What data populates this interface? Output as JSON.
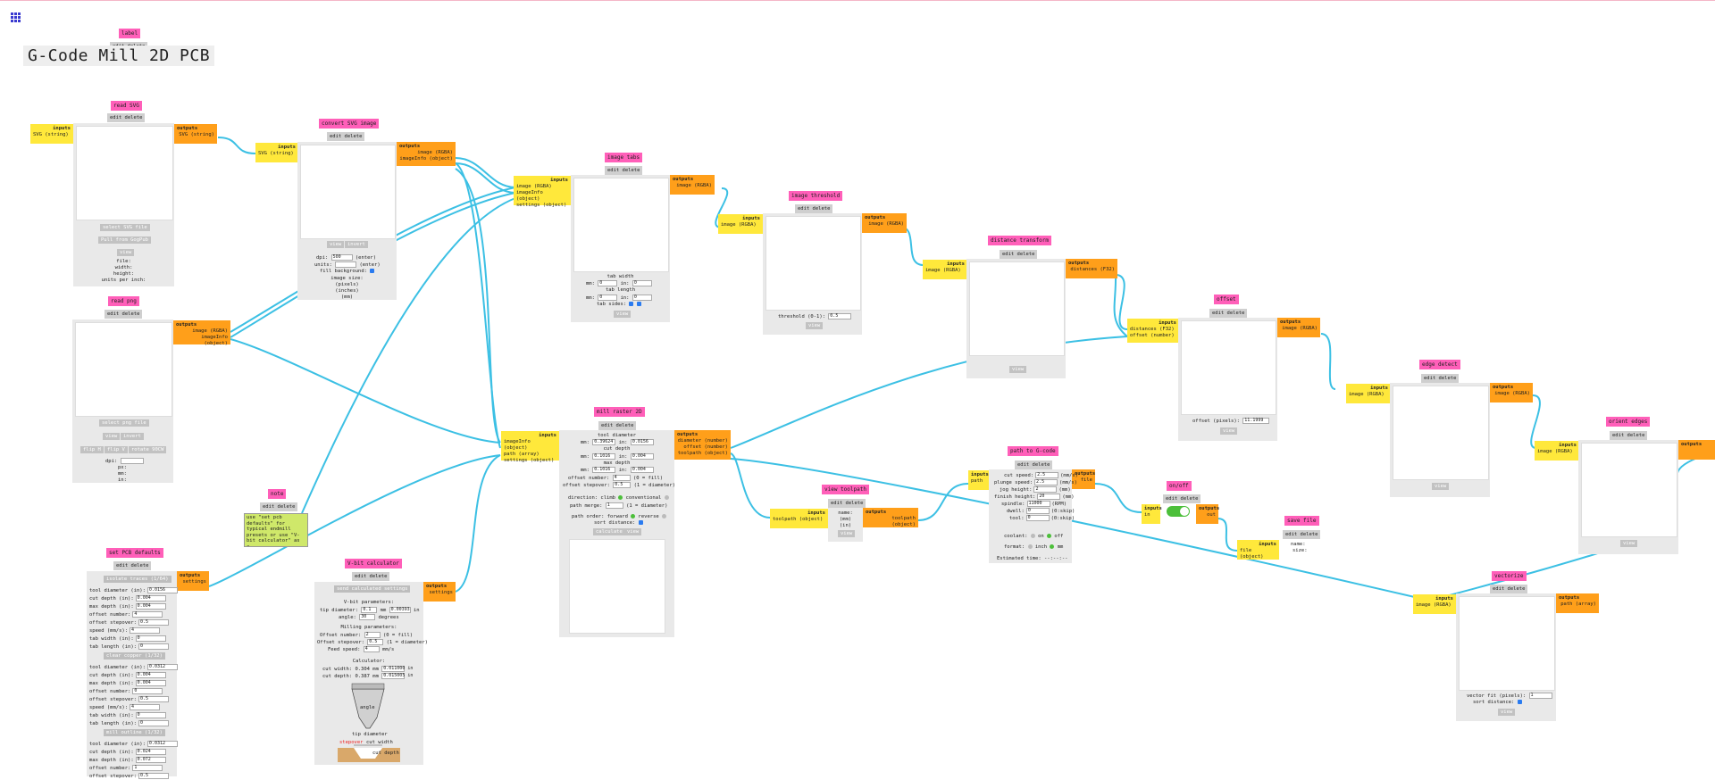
{
  "label_module": {
    "title": "label",
    "edit_delete": "edit delete",
    "heading": "G-Code Mill 2D PCB"
  },
  "read_svg": {
    "title": "read SVG",
    "edit_delete": "edit delete",
    "inputs": "inputs",
    "input_1": "SVG (string)",
    "outputs": "outputs",
    "output_1": "SVG (string)",
    "select_btn": "select SVG file",
    "pull_btn": "Pull from GogPub",
    "view_btn": "view",
    "file": "file:",
    "width": "width:",
    "height": "height:",
    "units": "units per inch:"
  },
  "convert_svg": {
    "title": "convert SVG image",
    "edit_delete": "edit delete",
    "inputs": "inputs",
    "input_1": "SVG (string)",
    "outputs": "outputs",
    "output_1": "image (RGBA)",
    "output_2": "imageInfo (object)",
    "view_btn": "view",
    "invert_btn": "invert",
    "dpi_label": "dpi:",
    "dpi_value": "500",
    "dpi_suffix": "(enter)",
    "units_label": "units:",
    "units_suffix": "(enter)",
    "fill_bg": "fill background:",
    "image_size": "image size:",
    "pixels": "(pixels)",
    "inches": "(inches)",
    "mm": "(mm)"
  },
  "image_tabs": {
    "title": "image tabs",
    "edit_delete": "edit delete",
    "inputs": "inputs",
    "input_1": "image (RGBA)",
    "input_2": "imageInfo (object)",
    "input_3": "settings (object)",
    "outputs": "outputs",
    "output_1": "image (RGBA)",
    "tab_width": "tab width",
    "mm_label": "mm:",
    "mm_value": "0",
    "in_label": "in:",
    "in_value": "0",
    "tab_length": "tab length",
    "mm2_value": "0",
    "in2_value": "0",
    "tab_sides": "tab sides:",
    "view_btn": "view"
  },
  "image_threshold": {
    "title": "image threshold",
    "edit_delete": "edit delete",
    "inputs": "inputs",
    "input_1": "image (RGBA)",
    "outputs": "outputs",
    "output_1": "image (RGBA)",
    "threshold_label": "threshold (0-1):",
    "threshold_value": "0.5",
    "view_btn": "view"
  },
  "distance_transform": {
    "title": "distance transform",
    "edit_delete": "edit delete",
    "inputs": "inputs",
    "input_1": "image (RGBA)",
    "outputs": "outputs",
    "output_1": "distances (F32)",
    "view_btn": "view"
  },
  "offset": {
    "title": "offset",
    "edit_delete": "edit delete",
    "inputs": "inputs",
    "input_1": "distances (F32)",
    "input_2": "offset (number)",
    "outputs": "outputs",
    "output_1": "image (RGBA)",
    "offset_label": "offset (pixels):",
    "offset_value": "11.1999",
    "view_btn": "view"
  },
  "edge_detect": {
    "title": "edge detect",
    "edit_delete": "edit delete",
    "inputs": "inputs",
    "input_1": "image (RGBA)",
    "outputs": "outputs",
    "output_1": "image (RGBA)",
    "view_btn": "view"
  },
  "orient_edges": {
    "title": "orient edges",
    "edit_delete": "edit delete",
    "inputs": "inputs",
    "input_1": "image (RGBA)",
    "outputs": "outputs",
    "view_btn": "view"
  },
  "read_png": {
    "title": "read png",
    "edit_delete": "edit delete",
    "outputs": "outputs",
    "output_1": "image (RGBA)",
    "output_2": "imageInfo (object)",
    "select_btn": "select png file",
    "view_btn": "view",
    "invert_btn": "invert",
    "flipH": "flip H",
    "flipV": "flip V",
    "rotate": "rotate 90CW",
    "dpi": "dpi:",
    "px": "px:",
    "mm": "mm:",
    "in": "in:"
  },
  "note": {
    "title": "note",
    "edit_delete": "edit delete",
    "text": "use \"set pcb defaults\" for typical endmill presets or use \"V-bit calculator\" as a"
  },
  "set_pcb": {
    "title": "set PCB defaults",
    "edit_delete": "edit delete",
    "outputs": "outputs",
    "output_1": "settings",
    "sec1": "isolate traces (1/64)",
    "sec2": "clear copper (1/32)",
    "sec3": "mill outline (1/32)",
    "rows1": [
      [
        "tool diameter (in):",
        "0.0156"
      ],
      [
        "cut depth (in):",
        "0.004"
      ],
      [
        "max depth (in):",
        "0.004"
      ],
      [
        "offset number:",
        "4"
      ],
      [
        "offset stepover:",
        "0.5"
      ],
      [
        "speed (mm/s):",
        "4"
      ],
      [
        "tab width (in):",
        "0"
      ],
      [
        "tab length (in):",
        "0"
      ]
    ],
    "rows2": [
      [
        "tool diameter (in):",
        "0.0312"
      ],
      [
        "cut depth (in):",
        "0.004"
      ],
      [
        "max depth (in):",
        "0.004"
      ],
      [
        "offset number:",
        "0"
      ],
      [
        "offset stepover:",
        "0.5"
      ],
      [
        "speed (mm/s):",
        "4"
      ],
      [
        "tab width (in):",
        "0"
      ],
      [
        "tab length (in):",
        "0"
      ]
    ],
    "rows3": [
      [
        "tool diameter (in):",
        "0.0312"
      ],
      [
        "cut depth (in):",
        "0.024"
      ],
      [
        "max depth (in):",
        "0.072"
      ],
      [
        "offset number:",
        "1"
      ],
      [
        "offset stepover:",
        "0.5"
      ]
    ]
  },
  "vbit": {
    "title": "V-bit calculator",
    "edit_delete": "edit delete",
    "outputs": "outputs",
    "output_1": "settings",
    "send_btn": "send calculated settings",
    "params": "V-bit parameters:",
    "tip_label": "tip diameter:",
    "tip_value": "0.1",
    "tip_mm": "mm",
    "tip_in_value": "0.00393",
    "tip_in": "in",
    "angle_label": "angle:",
    "angle_value": "30",
    "angle_unit": "degrees",
    "milling": "Milling parameters:",
    "offnum_label": "Offset number:",
    "offnum_value": "2",
    "offnum_note": "(0 = fill)",
    "stepover_label": "Offset stepover:",
    "stepover_value": "0.5",
    "stepover_note": "(1 = diameter)",
    "feed_label": "Feed speed:",
    "feed_value": "4",
    "feed_unit": "mm/s",
    "calc": "Calculator:",
    "cutw_label": "cut width:",
    "cutw_mm": "0.304 mm",
    "cutw_in": "0.011000 in",
    "cutd_label": "cut depth:",
    "cutd_mm": "0.387 mm",
    "cutd_in": "0.015005 in",
    "diag_angle": "angle",
    "diag_tip": "tip diameter",
    "diag_stepover": "stepover",
    "diag_cutwidth": "cut width",
    "diag_cutdepth": "cut depth"
  },
  "mill_raster": {
    "title": "mill raster 2D",
    "edit_delete": "edit delete",
    "inputs": "inputs",
    "input_1": "imageInfo (object)",
    "input_2": "path (array)",
    "input_3": "settings (object)",
    "outputs": "outputs",
    "output_1": "diameter (number)",
    "output_2": "offset (number)",
    "output_3": "toolpath (object)",
    "tool_diam": "tool diameter",
    "td_mm": "0.39624",
    "td_in": "0.0156",
    "cut_depth": "cut depth",
    "cd_mm": "0.1016",
    "cd_in": "0.004",
    "max_depth": "max depth",
    "md_mm": "0.1016",
    "md_in": "0.004",
    "offnum_label": "offset number:",
    "offnum_value": "4",
    "offnum_note": "(0 = fill)",
    "stepover_label": "offset stepover:",
    "stepover_value": "0.5",
    "stepover_note": "(1 = diameter)",
    "direction": "direction: climb",
    "conventional": "conventional",
    "merge_label": "path merge:",
    "merge_value": "1",
    "merge_note": "(1 = diameter)",
    "order": "path order: forward",
    "reverse": "reverse",
    "sort": "sort distance:",
    "calc_btn": "calculate",
    "view_btn": "view",
    "mm": "mm:",
    "in": "in:"
  },
  "view_toolpath": {
    "title": "view toolpath",
    "edit_delete": "edit delete",
    "inputs": "inputs",
    "input_1": "toolpath (object)",
    "outputs": "outputs",
    "output_1": "toolpath (object)",
    "name": "name:",
    "mm": "(mm)",
    "in": "(in)",
    "view_btn": "view"
  },
  "path_gcode": {
    "title": "path to G-code",
    "edit_delete": "edit delete",
    "inputs": "inputs",
    "input_1": "path",
    "outputs": "outputs",
    "output_1": "file",
    "cut_label": "cut speed:",
    "cut_value": "2.5",
    "cut_unit": "(mm/s)",
    "plunge_label": "plunge speed:",
    "plunge_value": "2.5",
    "plunge_unit": "(mm/s)",
    "jog_label": "jog height:",
    "jog_value": "2",
    "jog_unit": "(mm)",
    "finish_label": "finish height:",
    "finish_value": "20",
    "finish_unit": "(mm)",
    "spindle_label": "spindle:",
    "spindle_value": "11000",
    "spindle_unit": "(RPM)",
    "dwell_label": "dwell:",
    "dwell_value": "0",
    "dwell_unit": "(0:skip)",
    "tool_label": "tool:",
    "tool_value": "0",
    "tool_unit": "(0:skip)",
    "coolant": "coolant:",
    "on": "on",
    "off": "off",
    "format": "format:",
    "inch": "inch",
    "mm": "mm",
    "est": "Estimated time: --:--:--"
  },
  "onoff": {
    "title": "on/off",
    "edit_delete": "edit delete",
    "inputs": "inputs",
    "input_1": "in",
    "outputs": "outputs",
    "output_1": "out"
  },
  "save_file": {
    "title": "save file",
    "edit_delete": "edit delete",
    "inputs": "inputs",
    "input_1": "file (object)",
    "name": "name:",
    "size": "size:"
  },
  "vectorize": {
    "title": "vectorize",
    "edit_delete": "edit delete",
    "inputs": "inputs",
    "input_1": "image (RGBA)",
    "outputs": "outputs",
    "output_1": "path (array)",
    "fit_label": "vector fit (pixels):",
    "fit_value": "1",
    "sort_label": "sort distance:",
    "view_btn": "view"
  }
}
